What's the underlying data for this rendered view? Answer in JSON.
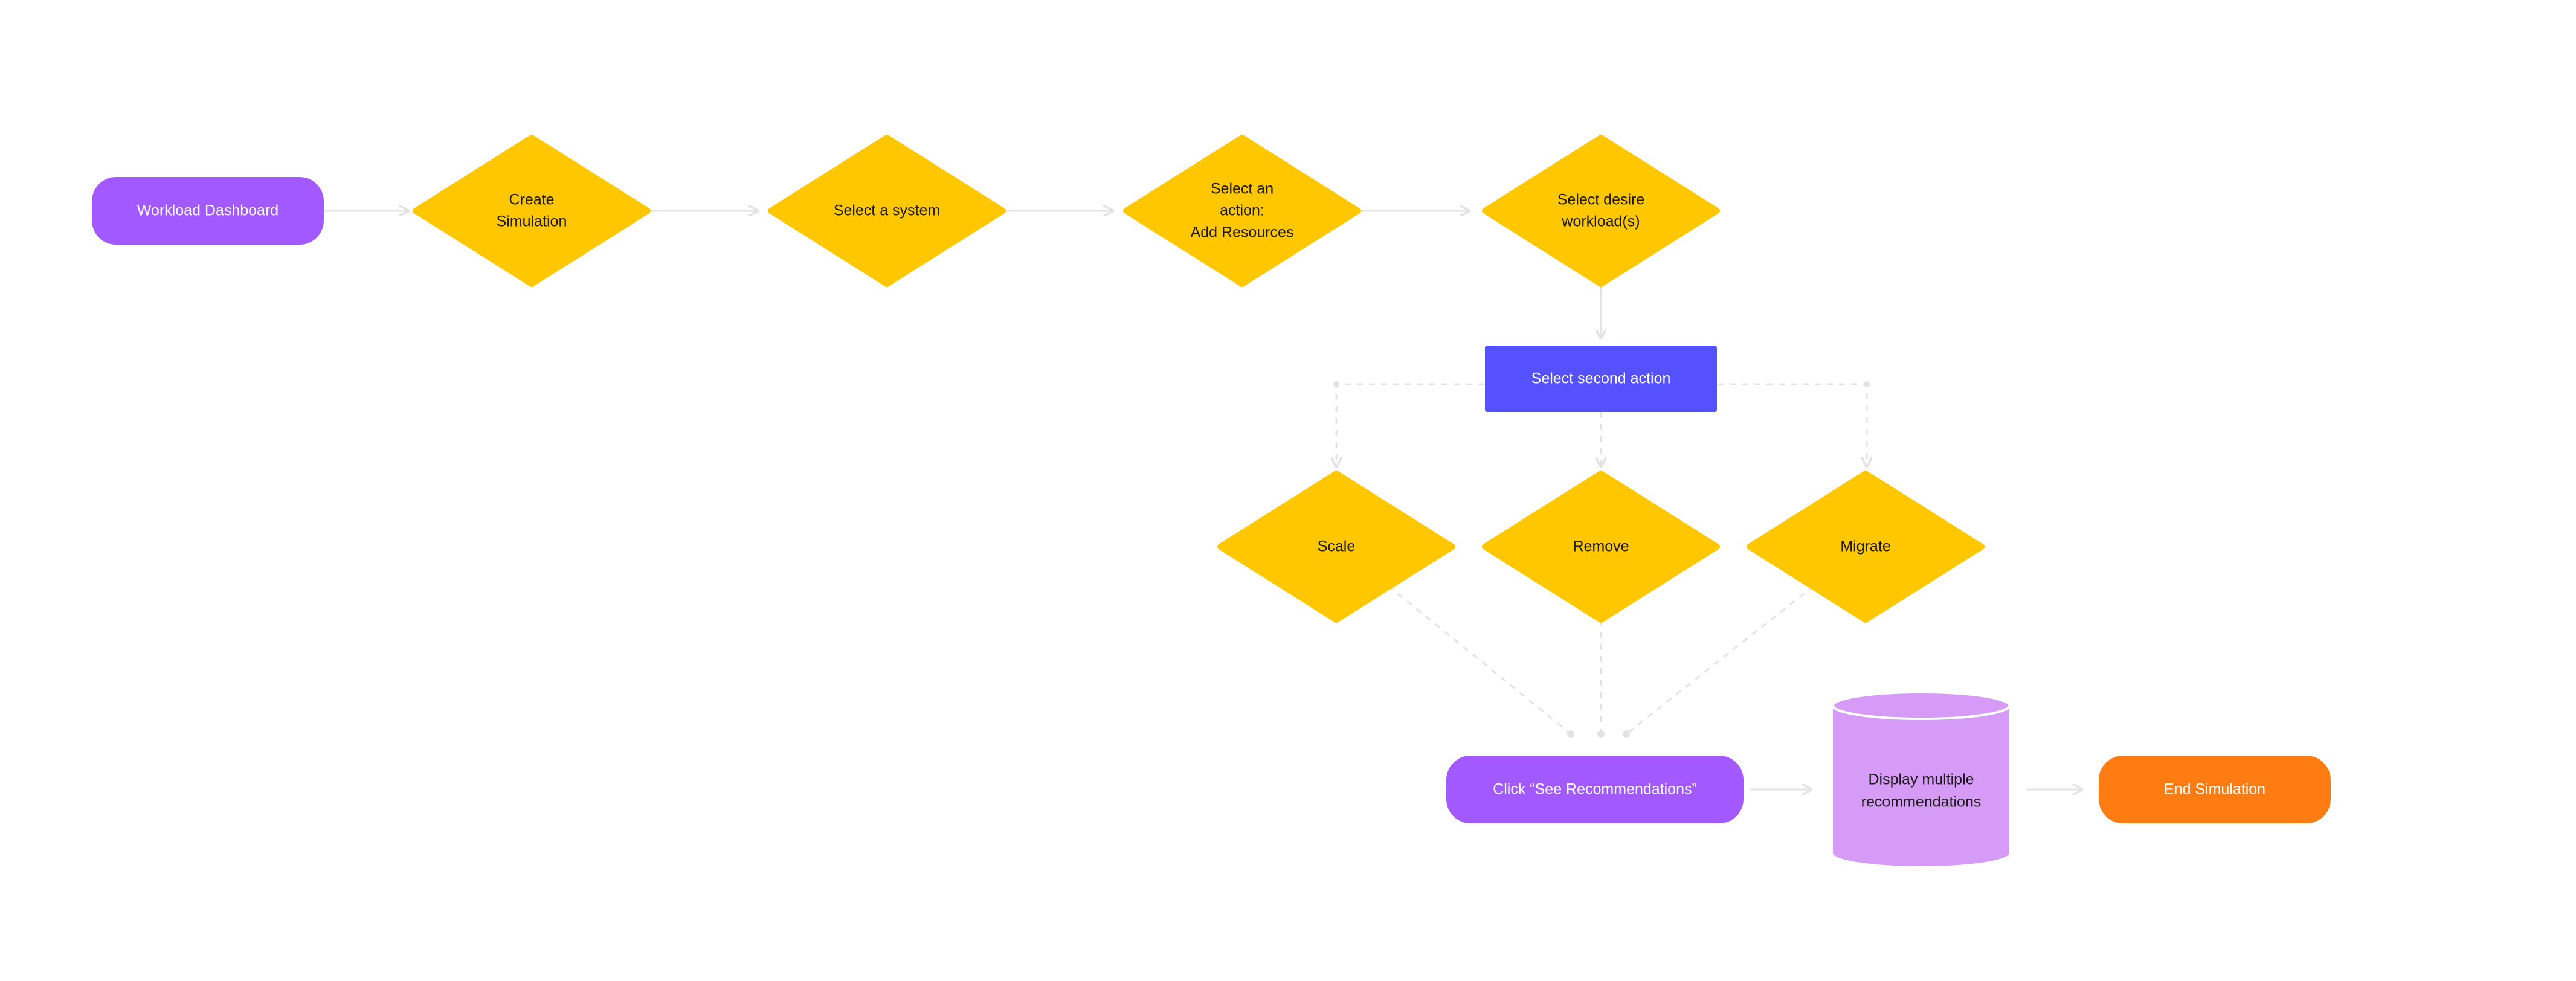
{
  "nodes": {
    "workload_dashboard": {
      "label": "Workload Dashboard"
    },
    "create_simulation": {
      "lines": [
        "Create",
        "Simulation"
      ]
    },
    "select_system": {
      "lines": [
        "Select a system"
      ]
    },
    "select_action": {
      "lines": [
        "Select an",
        "action:",
        "Add Resources"
      ]
    },
    "select_workload": {
      "lines": [
        "Select desire",
        "workload(s)"
      ]
    },
    "select_second_action": {
      "label": "Select second action"
    },
    "scale": {
      "lines": [
        "Scale"
      ]
    },
    "remove": {
      "lines": [
        "Remove"
      ]
    },
    "migrate": {
      "lines": [
        "Migrate"
      ]
    },
    "see_recommendations": {
      "label": "Click “See Recommendations”"
    },
    "display_recommendations": {
      "lines": [
        "Display multiple",
        "recommendations"
      ]
    },
    "end_simulation": {
      "label": "End Simulation"
    }
  },
  "colors": {
    "purple": "#a259ff",
    "yellow": "#ffc700",
    "blue": "#5551ff",
    "lilac": "#d59bf6",
    "orange": "#ff7c12",
    "connector": "#e3e3e3"
  }
}
